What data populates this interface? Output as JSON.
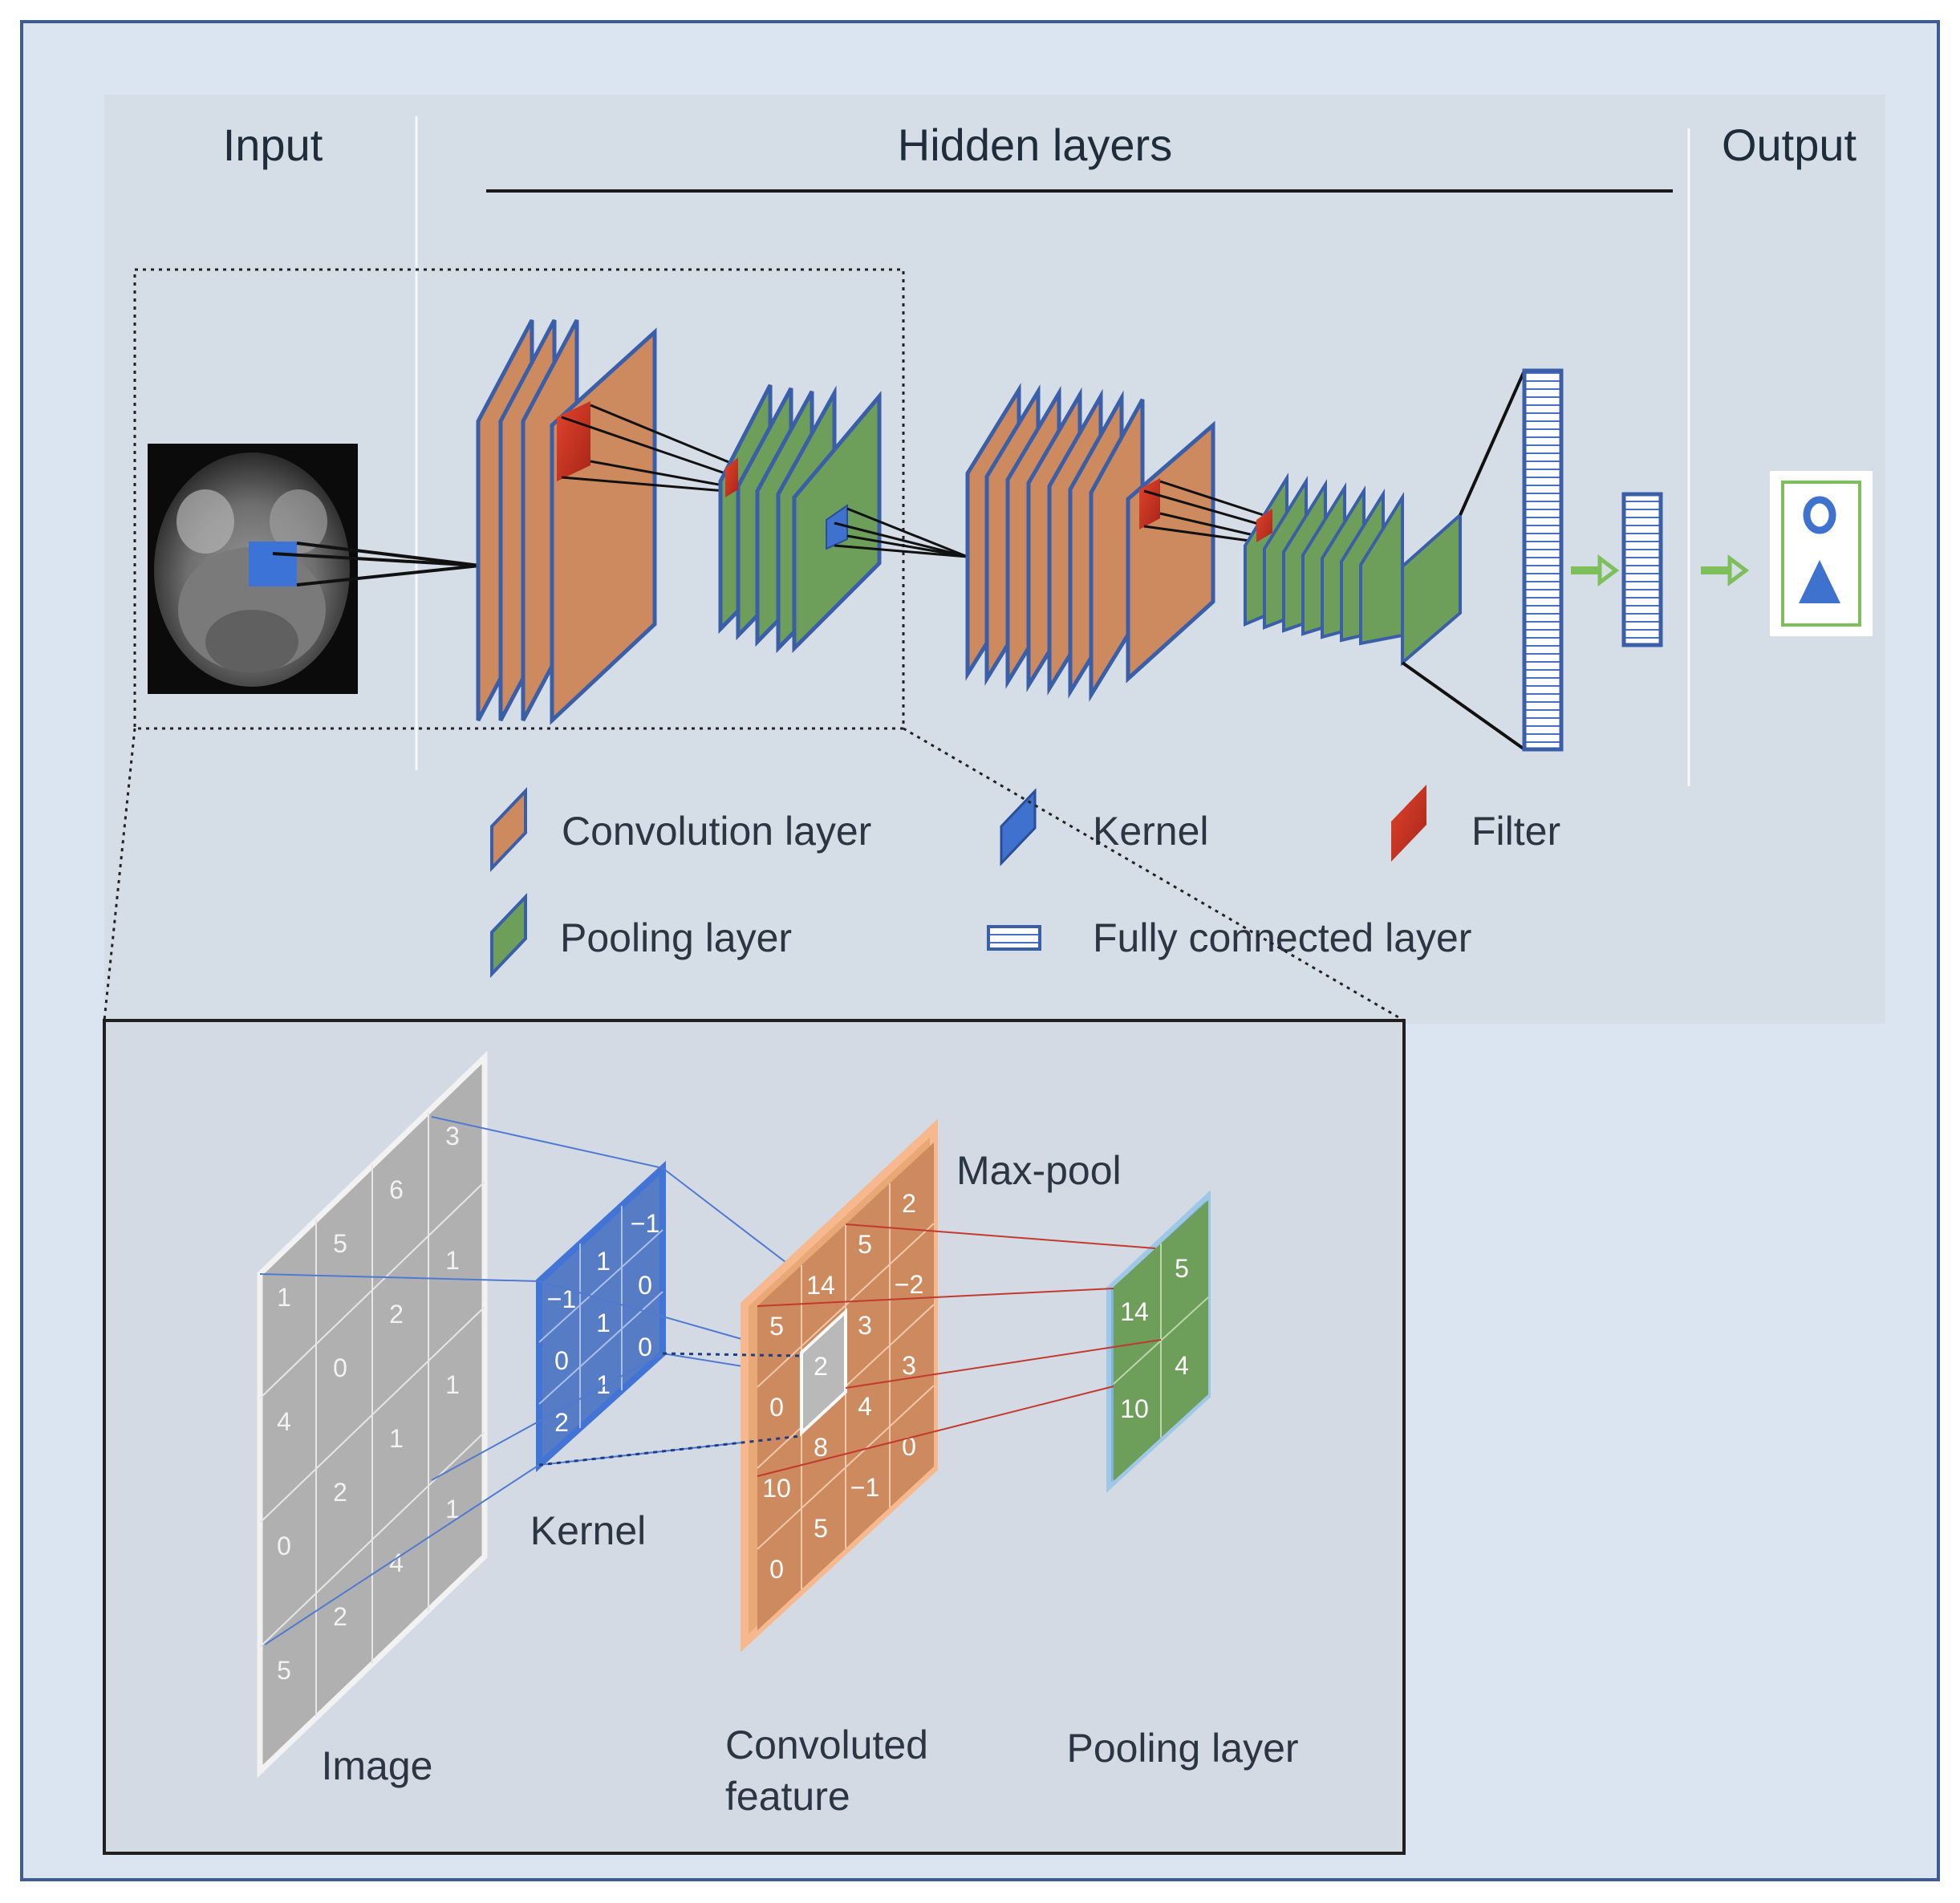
{
  "header": {
    "input": "Input",
    "hidden": "Hidden layers",
    "output": "Output"
  },
  "legend": {
    "convolution": "Convolution layer",
    "kernel": "Kernel",
    "filter": "Filter",
    "pooling": "Pooling layer",
    "fully_connected": "Fully connected layer"
  },
  "detail": {
    "image_label": "Image",
    "kernel_label": "Kernel",
    "convoluted_label_1": "Convoluted",
    "convoluted_label_2": "feature",
    "pooling_label": "Pooling layer",
    "maxpool_label": "Max-pool",
    "image_values": [
      "1",
      "5",
      "6",
      "3",
      "4",
      "0",
      "2",
      "1",
      "0",
      "2",
      "1",
      "1",
      "5",
      "2",
      "4",
      "1"
    ],
    "kernel_values": [
      "−1",
      "1",
      "−1",
      "0",
      "1",
      "0",
      "2",
      "1",
      "0"
    ],
    "feature_values": [
      "5",
      "14",
      "5",
      "2",
      "0",
      "2",
      "3",
      "−2",
      "10",
      "8",
      "4",
      "3",
      "0",
      "5",
      "−1",
      "0"
    ],
    "pool_values": [
      "14",
      "5",
      "10",
      "4"
    ]
  },
  "colors": {
    "outer_bg": "#dbe4f1",
    "panel_bg": "#d5dde7",
    "conv": "#cc8a5e",
    "pool": "#6d9e5a",
    "edge": "#3a5fa8",
    "kernel": "#3f72cf",
    "filter": "#d63e2a",
    "output_green": "#7cbf5b"
  },
  "icons": [
    "mri-scan-image",
    "circle-output-icon",
    "triangle-output-icon",
    "arrow-right-icon"
  ]
}
